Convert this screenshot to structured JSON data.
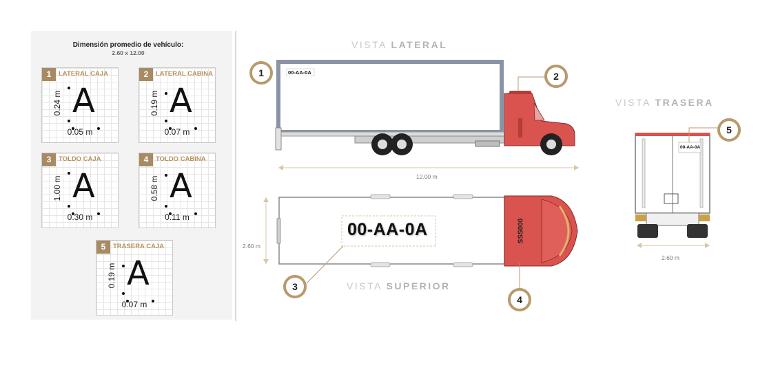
{
  "dimension": {
    "title": "Dimensión promedio de vehículo:",
    "value": "2.60 x 12.00"
  },
  "cards": [
    {
      "number": "1",
      "label": "LATERAL CAJA",
      "letter": "A",
      "height": "0.24 m",
      "width": "0.05 m"
    },
    {
      "number": "2",
      "label": "LATERAL CABINA",
      "letter": "A",
      "height": "0.19 m",
      "width": "0.07 m"
    },
    {
      "number": "3",
      "label": "TOLDO CAJA",
      "letter": "A",
      "height": "1.00 m",
      "width": "0.30 m"
    },
    {
      "number": "4",
      "label": "TOLDO CABINA",
      "letter": "A",
      "height": "0.58 m",
      "width": "0.11 m"
    },
    {
      "number": "5",
      "label": "TRASERA CAJA",
      "letter": "A",
      "height": "0.19 m",
      "width": "0.07 m"
    }
  ],
  "views": {
    "lateral": {
      "prefix": "VISTA ",
      "emphasis": "LATERAL"
    },
    "superior": {
      "prefix": "VISTA ",
      "emphasis": "SUPERIOR"
    },
    "trasera": {
      "prefix": "VISTA ",
      "emphasis": "TRASERA"
    }
  },
  "markers": [
    "1",
    "2",
    "3",
    "4",
    "5"
  ],
  "measurements": {
    "length": "12.00 m",
    "width_top": "2.60 m",
    "width_rear": "2.60 m"
  },
  "plates": {
    "lateral": "00-AA-0A",
    "top": "00-AA-0A",
    "cab_roof": "SSS000",
    "rear": "00-AA-0A"
  },
  "colors": {
    "accent": "#b89a6c",
    "label": "#b8935b",
    "cab_red": "#d9534f",
    "box_frame": "#8a93a6"
  },
  "icons": [
    "truck-side-illustration",
    "truck-top-illustration",
    "truck-rear-illustration"
  ]
}
